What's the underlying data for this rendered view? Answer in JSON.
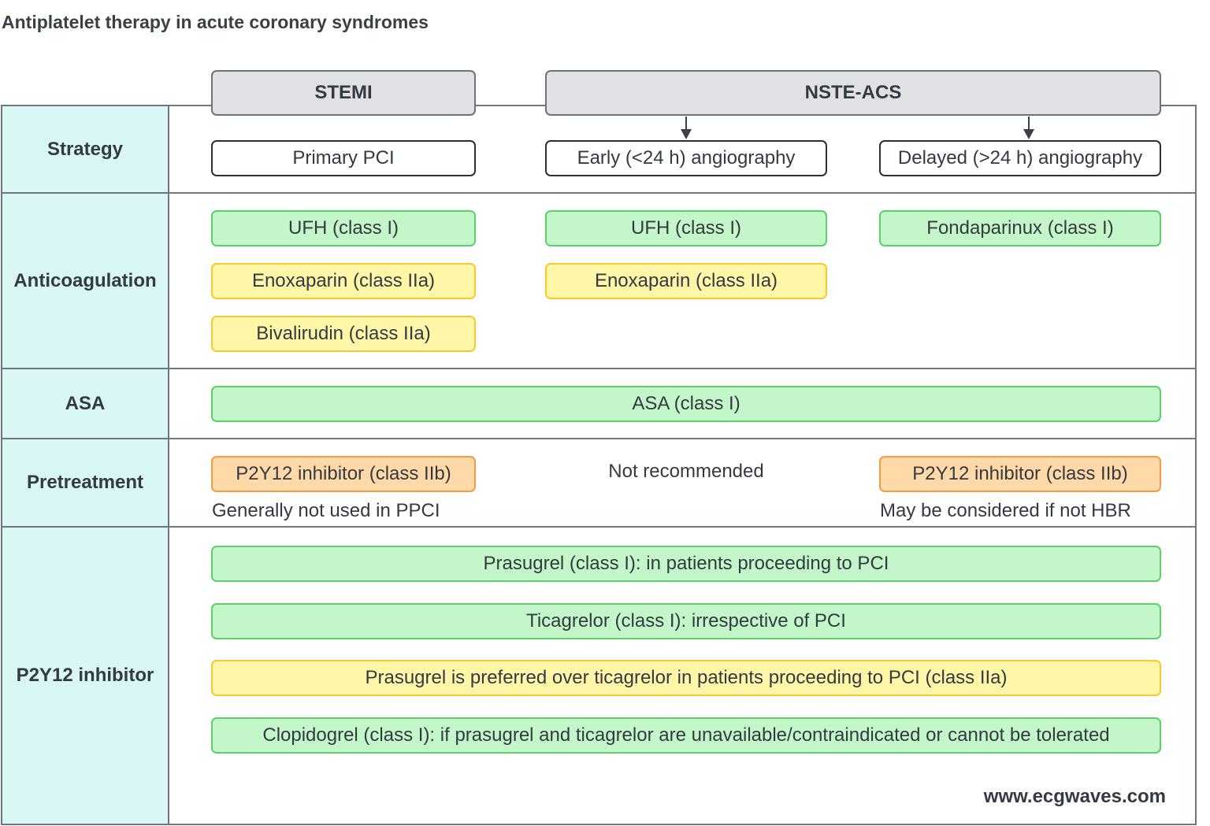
{
  "title": "Antiplatelet therapy in acute coronary syndromes",
  "columns": {
    "stemi": "STEMI",
    "nste": "NSTE-ACS"
  },
  "rows": {
    "strategy": "Strategy",
    "anticoagulation": "Anticoagulation",
    "asa": "ASA",
    "pretreatment": "Pretreatment",
    "p2y12": "P2Y12 inhibitor"
  },
  "strategy": {
    "stemi": "Primary PCI",
    "early": "Early (<24 h) angiography",
    "delayed": "Delayed (>24 h) angiography"
  },
  "anticoagulation": {
    "stemi_ufh": "UFH (class I)",
    "stemi_enox": "Enoxaparin (class IIa)",
    "stemi_biva": "Bivalirudin (class IIa)",
    "early_ufh": "UFH (class I)",
    "early_enox": "Enoxaparin (class IIa)",
    "delayed_fonda": "Fondaparinux (class I)"
  },
  "asa": {
    "all": "ASA (class I)"
  },
  "pretreatment": {
    "stemi_box": "P2Y12 inhibitor (class IIb)",
    "stemi_note": "Generally not used in PPCI",
    "early_note": "Not recommended",
    "delayed_box": "P2Y12 inhibitor (class IIb)",
    "delayed_note": "May be considered if not HBR"
  },
  "p2y12": {
    "prasugrel": "Prasugrel (class I): in patients proceeding to PCI",
    "ticagrelor": "Ticagrelor (class I): irrespective of PCI",
    "preferred": "Prasugrel is preferred over ticagrelor in patients proceeding to PCI (class IIa)",
    "clopidogrel": "Clopidogrel (class I): if prasugrel and ticagrelor are unavailable/contraindicated or cannot be tolerated"
  },
  "footer": "www.ecgwaves.com",
  "colors": {
    "class_I": "#c3f7c9",
    "class_IIa": "#fff6a8",
    "class_IIb": "#ffd9a8",
    "label_column": "#d9f7f4",
    "header": "#dfe1e5"
  }
}
